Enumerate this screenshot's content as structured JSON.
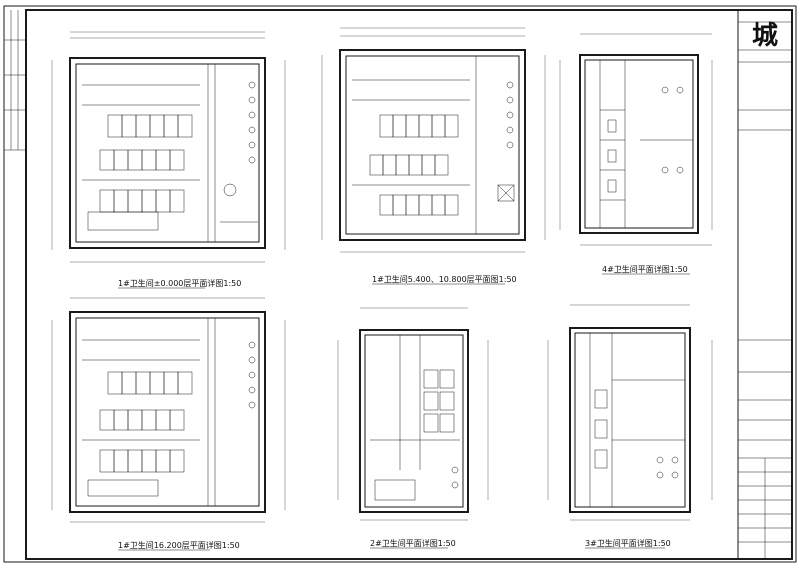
{
  "drawings": [
    {
      "id": "plan1",
      "caption": "1#卫生间±0.000层平面详图1:50"
    },
    {
      "id": "plan2",
      "caption": "1#卫生间5.400、10.800层平面图1:50"
    },
    {
      "id": "plan3",
      "caption": "4#卫生间平面详图1:50"
    },
    {
      "id": "plan4",
      "caption": "1#卫生间16.200层平面详图1:50"
    },
    {
      "id": "plan5",
      "caption": "2#卫生间平面详图1:50"
    },
    {
      "id": "plan6",
      "caption": "3#卫生间平面详图1:50"
    }
  ],
  "title_block": {
    "seal": "城"
  }
}
